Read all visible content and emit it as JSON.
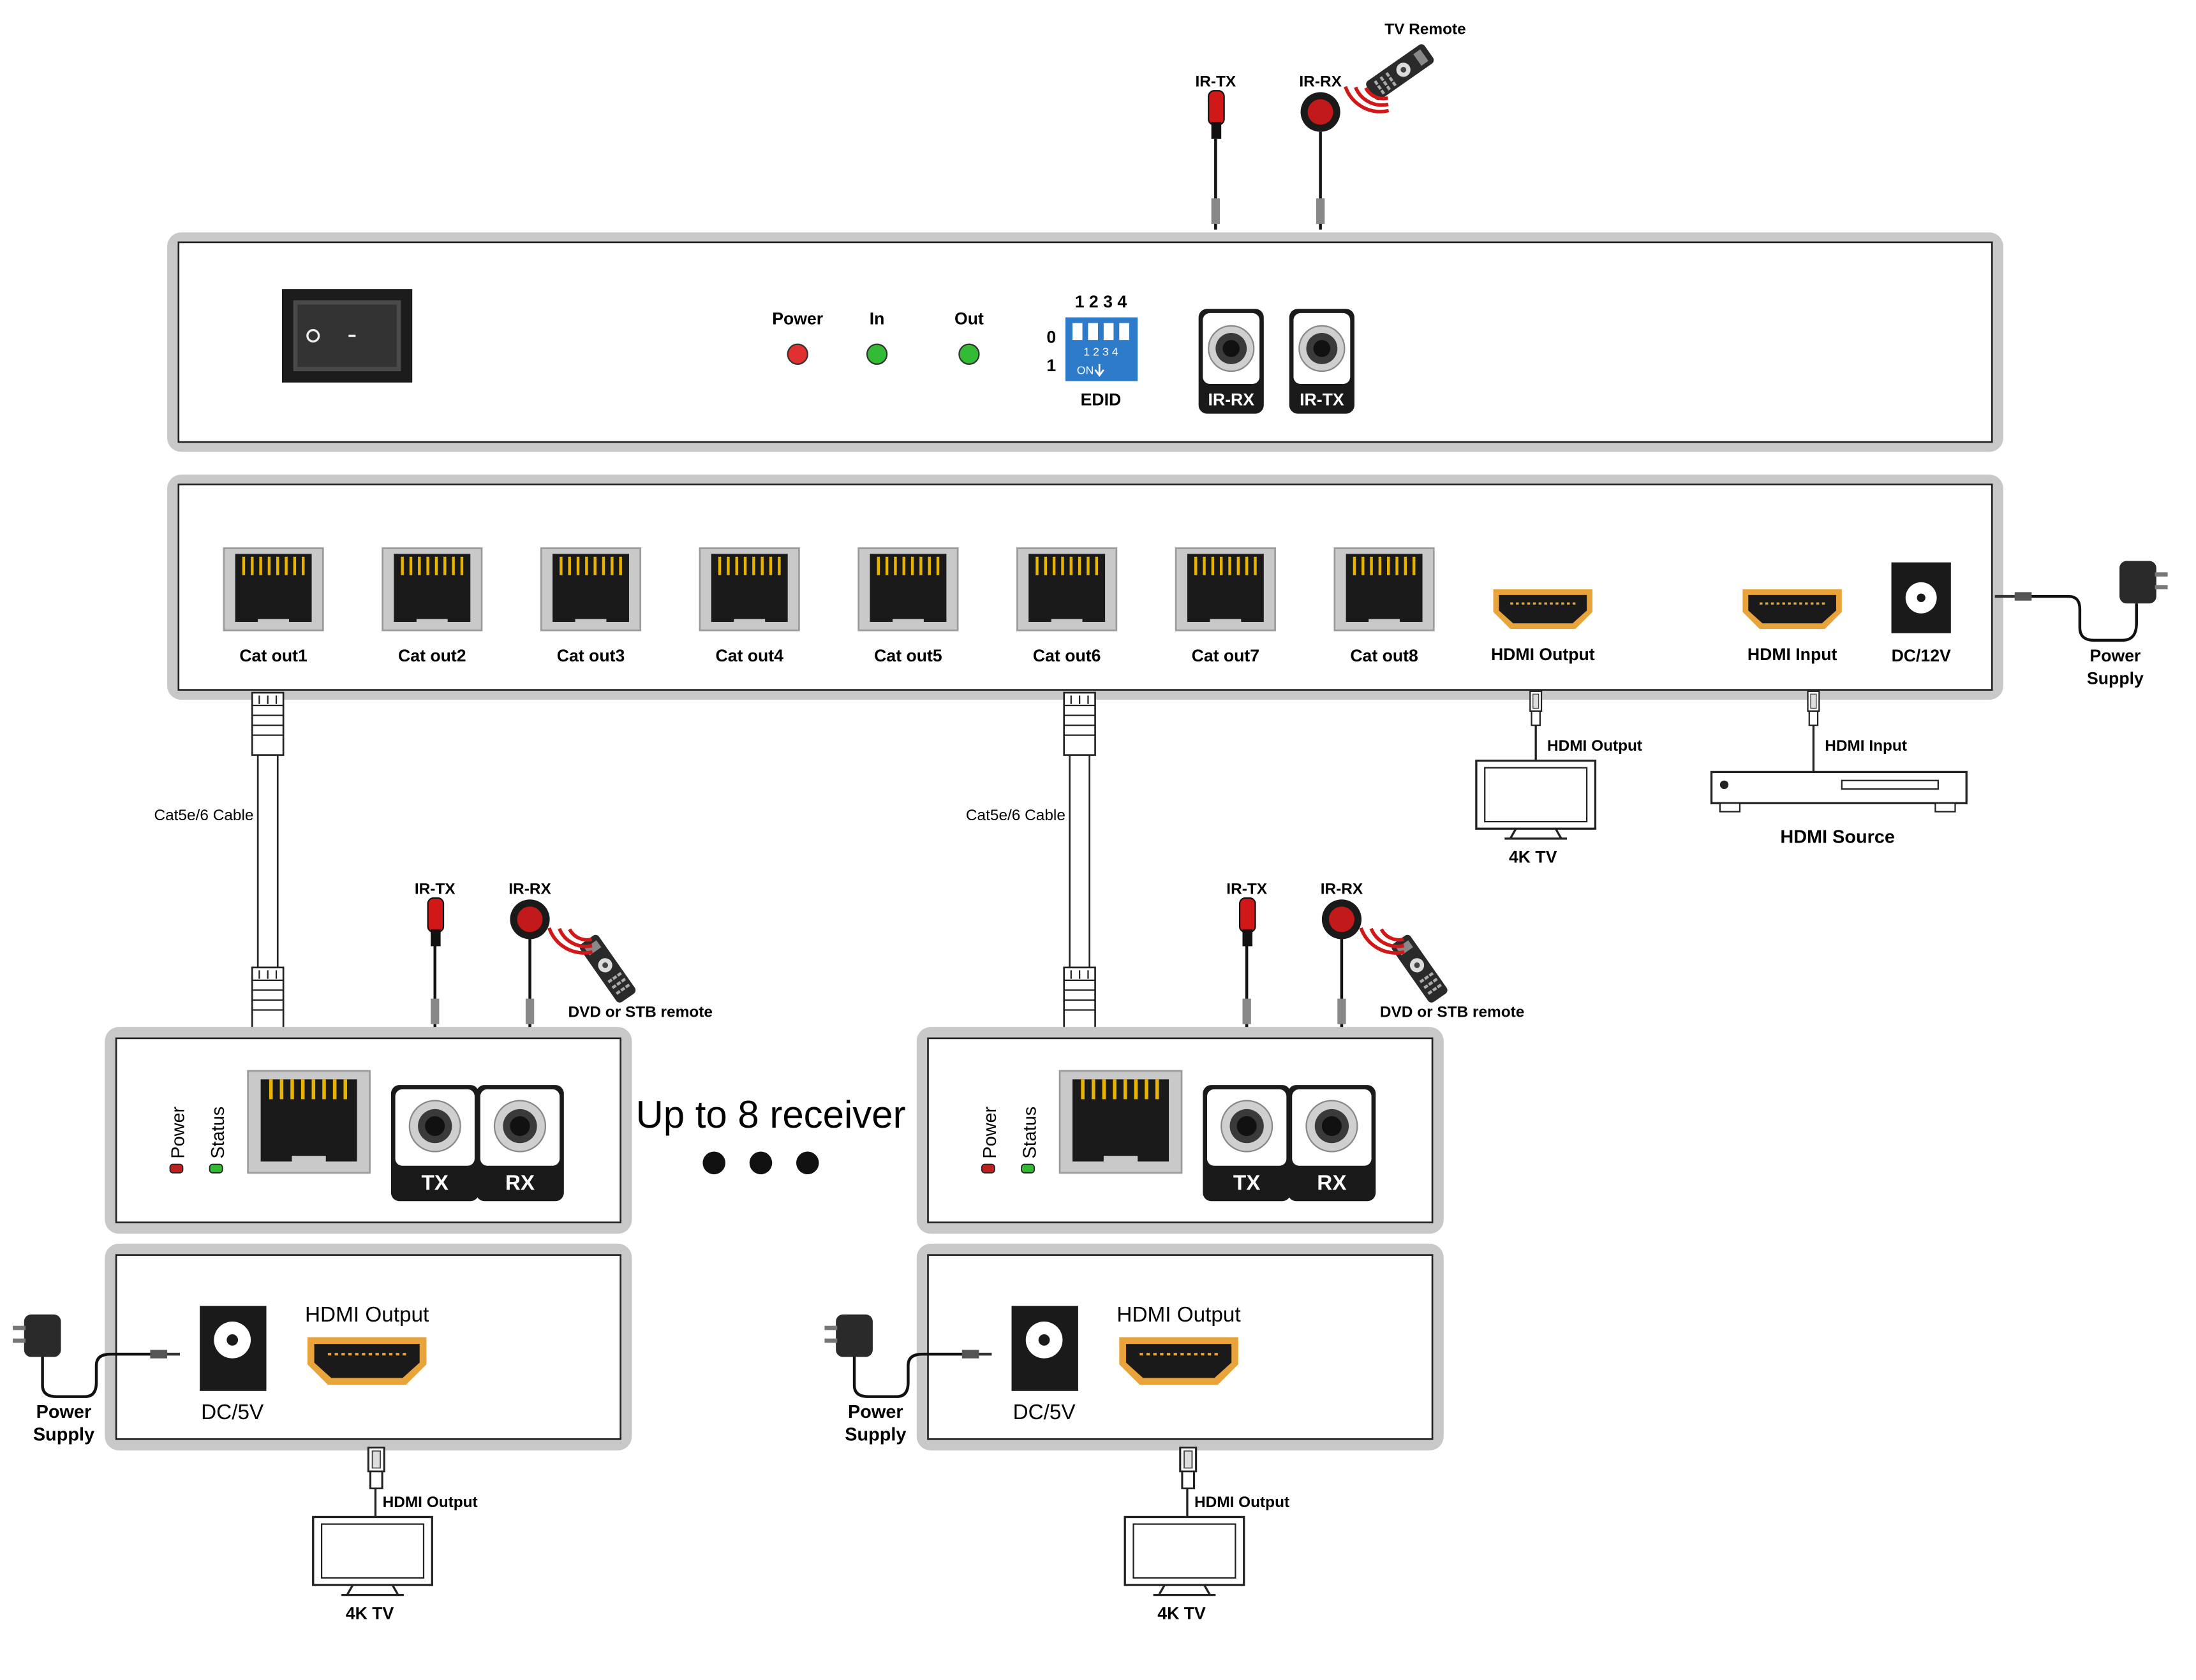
{
  "top": {
    "tv_remote": "TV Remote",
    "ir_tx": "IR-TX",
    "ir_rx": "IR-RX"
  },
  "front_panel": {
    "leds": [
      "Power",
      "In",
      "Out"
    ],
    "dip_numbers": "1 2 3 4",
    "dip_off": "0",
    "dip_on": "1",
    "dip_small": "1 2 3 4",
    "dip_on_label": "ON",
    "edid": "EDID",
    "jack_rx": "IR-RX",
    "jack_tx": "IR-TX"
  },
  "rear_panel": {
    "cat_ports": [
      "Cat out1",
      "Cat out2",
      "Cat out3",
      "Cat out4",
      "Cat out5",
      "Cat out6",
      "Cat out7",
      "Cat out8"
    ],
    "hdmi_output": "HDMI Output",
    "hdmi_input": "HDMI Input",
    "dc": "DC/12V",
    "power_supply": [
      "Power",
      "Supply"
    ]
  },
  "below_transmitter": {
    "hdmi_output": "HDMI Output",
    "tv": "4K TV",
    "hdmi_input": "HDMI Input",
    "source": "HDMI Source"
  },
  "cable_label": "Cat5e/6 Cable",
  "middle_text": "Up to 8 receiver",
  "receiver": {
    "ir_tx": "IR-TX",
    "ir_rx": "IR-RX",
    "remote": "DVD or STB remote",
    "led_power": "Power",
    "led_status": "Status",
    "jack_tx": "TX",
    "jack_rx": "RX",
    "hdmi_output": "HDMI Output",
    "dc": "DC/5V",
    "power_supply": [
      "Power",
      "Supply"
    ],
    "out_label": "HDMI Output",
    "tv": "4K TV"
  },
  "colors": {
    "panel_border": "#c8c8c8",
    "led_red": "#e03030",
    "led_green": "#33bb33",
    "dip_blue": "#2e7cc9",
    "hdmi_gold": "#e8a33a",
    "ir_red": "#d01818"
  }
}
